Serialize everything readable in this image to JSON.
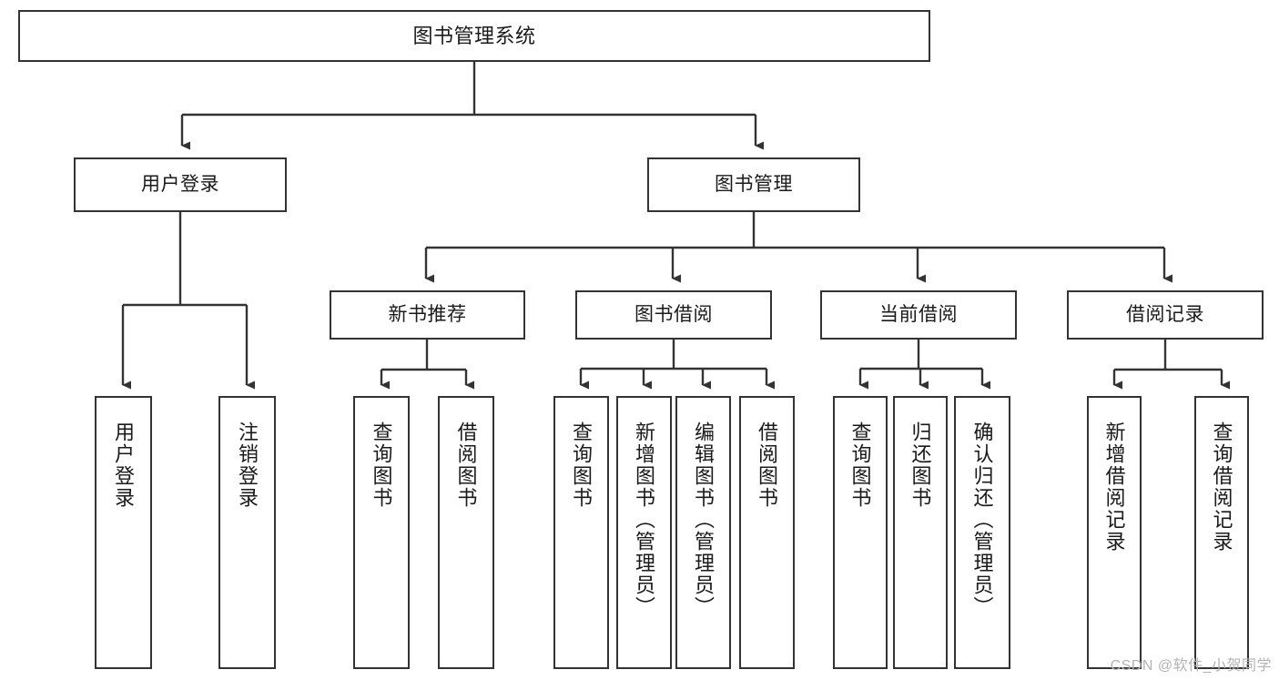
{
  "diagram": {
    "title": "图书管理系统",
    "type": "hierarchy-tree",
    "orientation": "top-down",
    "colors": {
      "node_border": "#333333",
      "node_fill": "#ffffff",
      "edge": "#333333",
      "text": "#1a1a1a",
      "watermark": "#b3b3b3",
      "background": "#ffffff"
    },
    "watermark": "CSDN @软件_小贺同学",
    "root": {
      "label": "图书管理系统"
    },
    "level2": [
      {
        "label": "用户登录"
      },
      {
        "label": "图书管理"
      }
    ],
    "level3": [
      {
        "label": "新书推荐"
      },
      {
        "label": "图书借阅"
      },
      {
        "label": "当前借阅"
      },
      {
        "label": "借阅记录"
      }
    ],
    "leaves": {
      "user_login": [
        {
          "label": "用户登录"
        },
        {
          "label": "注销登录"
        }
      ],
      "new_book_recommend": [
        {
          "label": "查询图书"
        },
        {
          "label": "借阅图书"
        }
      ],
      "book_borrow": [
        {
          "label": "查询图书"
        },
        {
          "label": "新增图书（管理员）"
        },
        {
          "label": "编辑图书（管理员）"
        },
        {
          "label": "借阅图书"
        }
      ],
      "current_borrow": [
        {
          "label": "查询图书"
        },
        {
          "label": "归还图书"
        },
        {
          "label": "确认归还（管理员）"
        }
      ],
      "borrow_record": [
        {
          "label": "新增借阅记录"
        },
        {
          "label": "查询借阅记录"
        }
      ]
    }
  }
}
